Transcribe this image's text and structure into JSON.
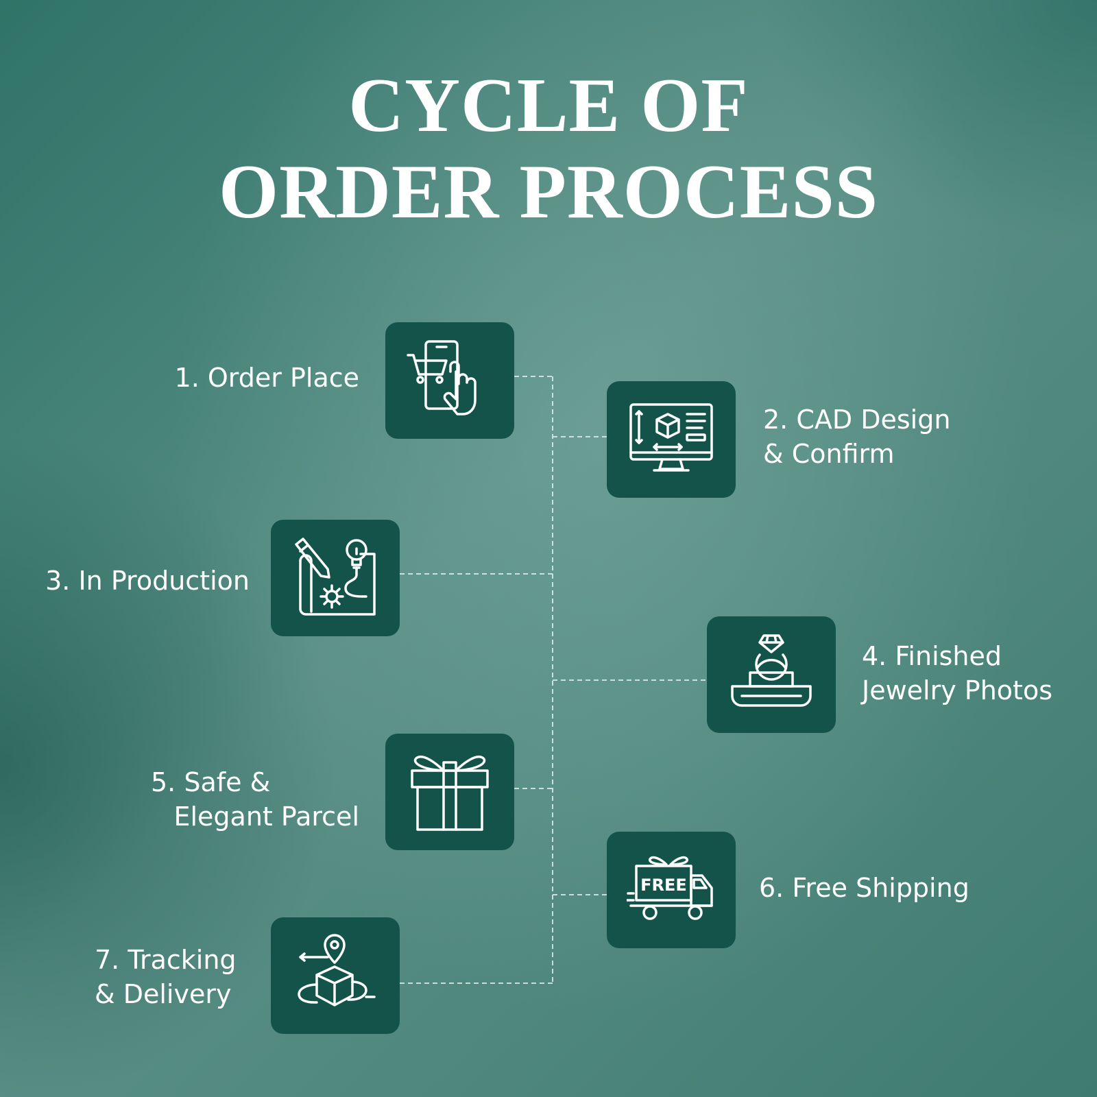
{
  "title": {
    "line1": "CYCLE OF",
    "line2": "ORDER PROCESS"
  },
  "steps": [
    {
      "line1": "1. Order Place",
      "icon": "mobile-cart-icon"
    },
    {
      "line1": "2. CAD Design",
      "line2": "& Confirm",
      "icon": "cad-monitor-icon"
    },
    {
      "line1": "3. In Production",
      "icon": "blueprint-gear-icon"
    },
    {
      "line1": "4. Finished",
      "line2": "Jewelry Photos",
      "icon": "ring-box-icon"
    },
    {
      "line1": "5. Safe &",
      "line2": "Elegant Parcel",
      "icon": "gift-box-icon"
    },
    {
      "line1": "6. Free Shipping",
      "icon": "free-delivery-truck-icon",
      "badge": "FREE"
    },
    {
      "line1": "7. Tracking",
      "line2": "& Delivery",
      "icon": "package-location-icon"
    }
  ],
  "colors": {
    "tile": "#14534a",
    "text": "#ffffff",
    "connector": "#dfeeea"
  }
}
